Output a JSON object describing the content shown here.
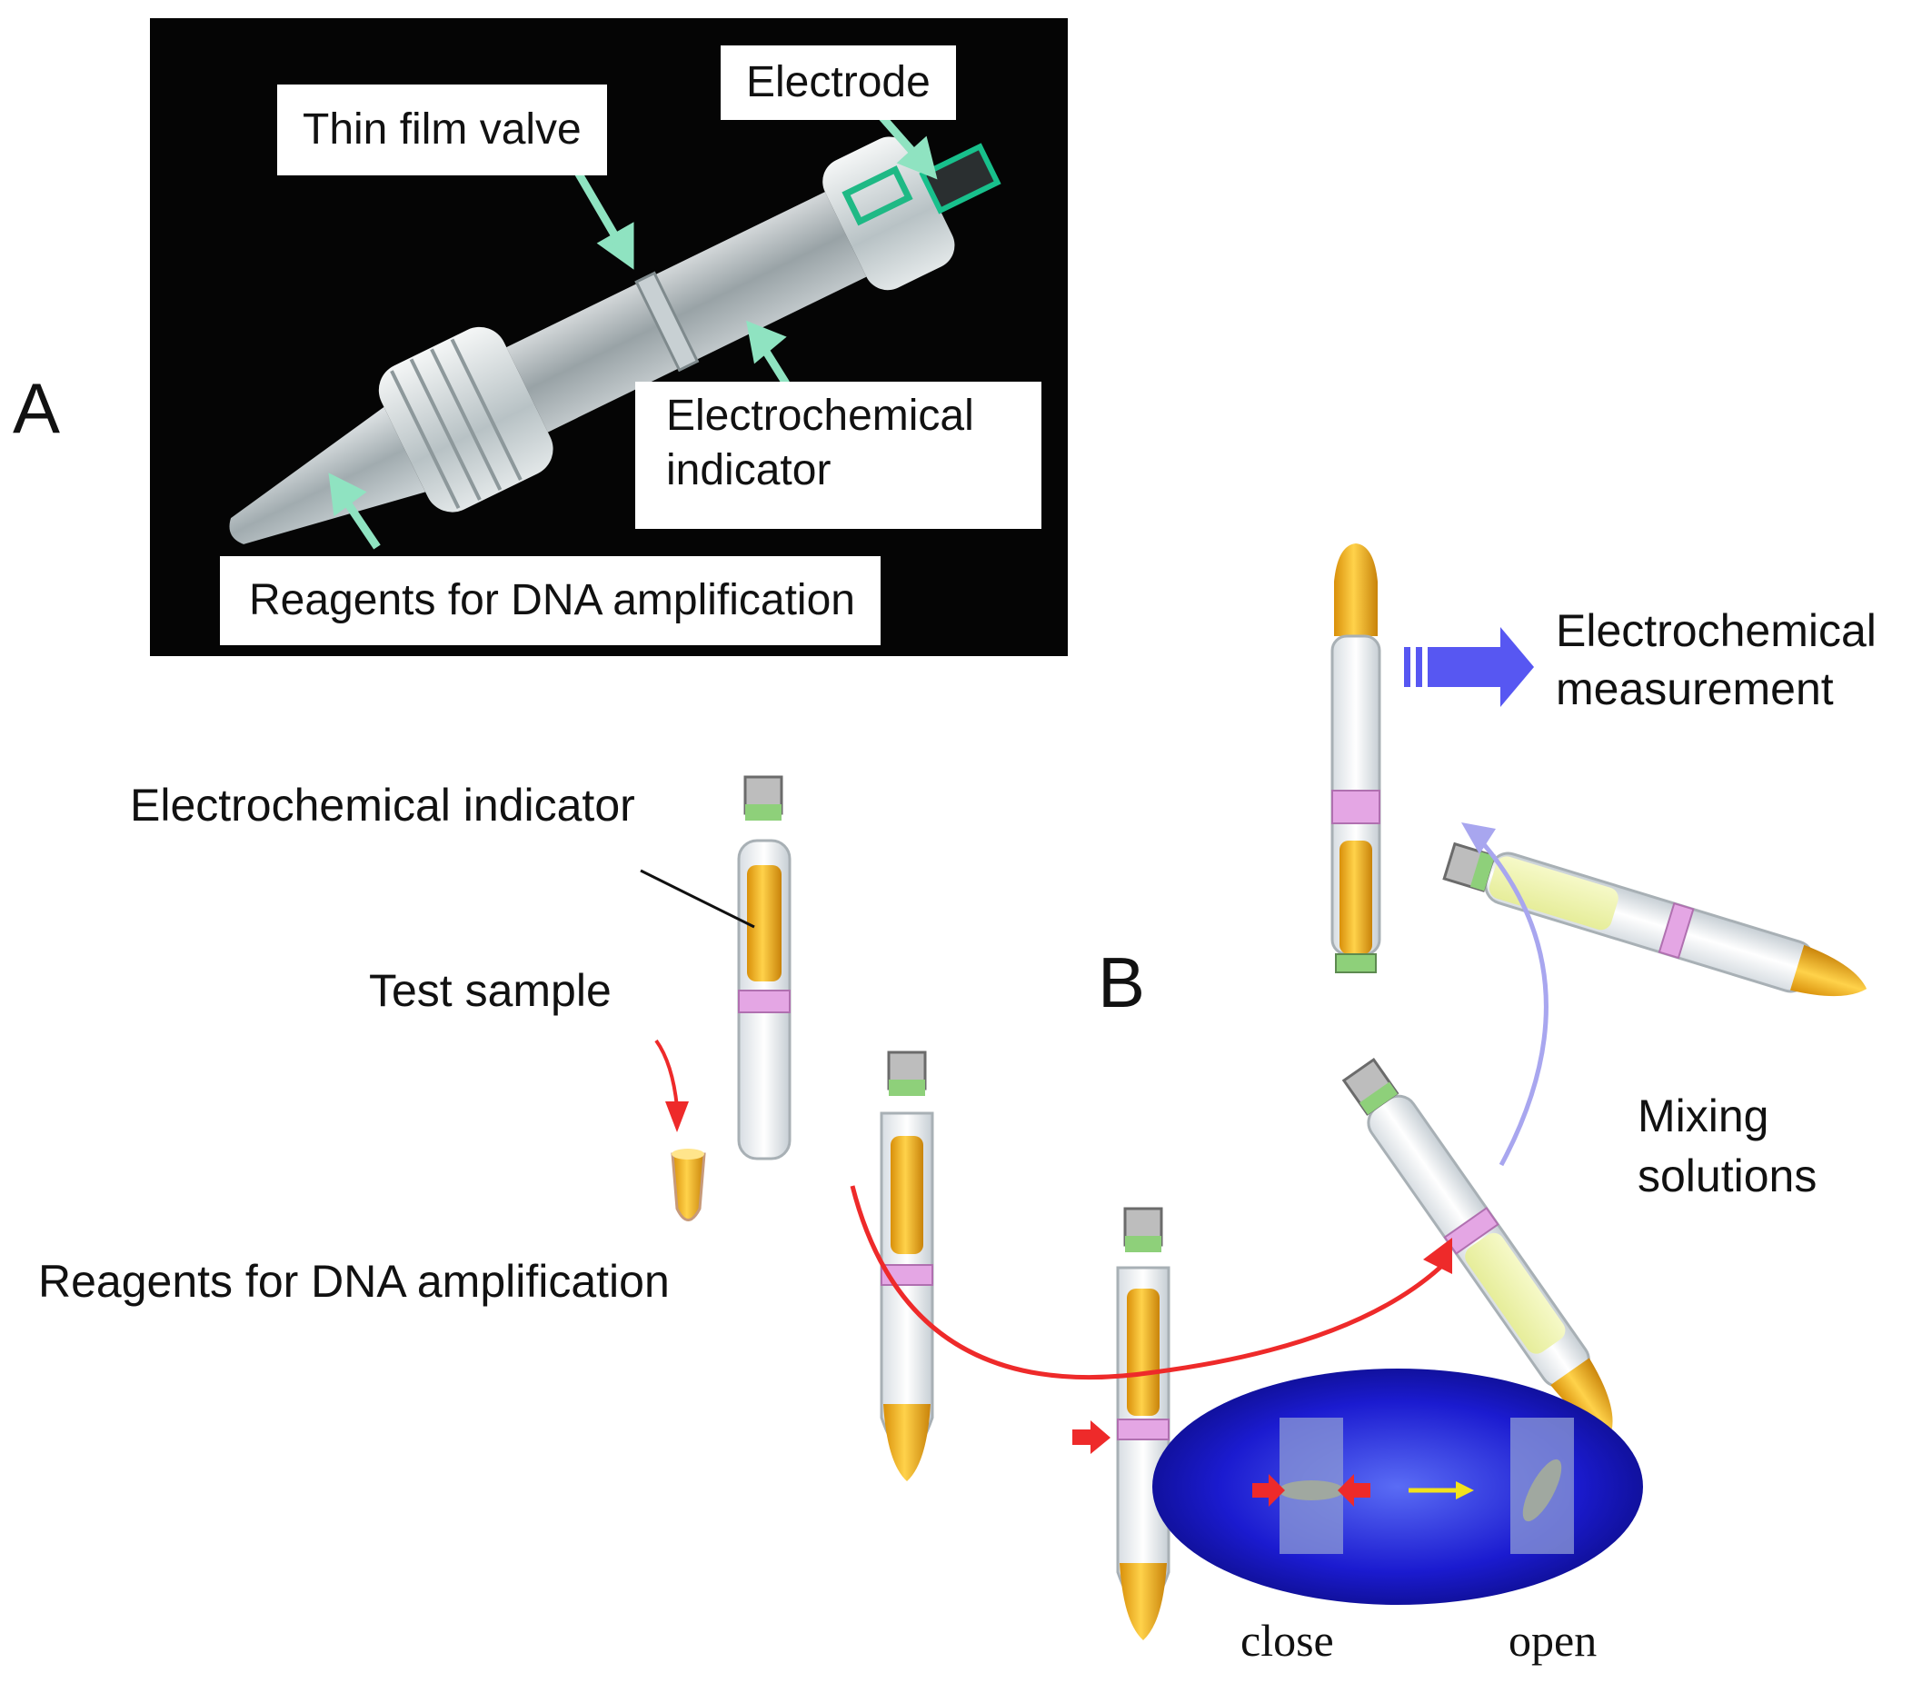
{
  "panel_a": {
    "letter": "A",
    "labels": {
      "electrode": "Electrode",
      "thin_film_valve": "Thin film valve",
      "electrochemical_indicator": "Electrochemical indicator",
      "reagents": "Reagents for DNA amplification"
    }
  },
  "panel_b": {
    "letter": "B",
    "labels": {
      "electrochemical_indicator": "Electrochemical indicator",
      "test_sample": "Test sample",
      "reagents": "Reagents for DNA amplification",
      "electrochemical_measurement": "Electrochemical measurement",
      "mixing_solutions": "Mixing solutions",
      "close": "close",
      "open": "open"
    }
  },
  "colors": {
    "photo_bg": "#050505",
    "callout_arrow": "#8fe3c1",
    "red_arrow": "#ee2a2a",
    "lavender_arrow": "#a8a6ef",
    "blue_arrow": "#5757f2",
    "gold_solution": "#f2b51c",
    "valve_pink": "#d27fd2",
    "inset_blue": "#1b1bd0"
  }
}
